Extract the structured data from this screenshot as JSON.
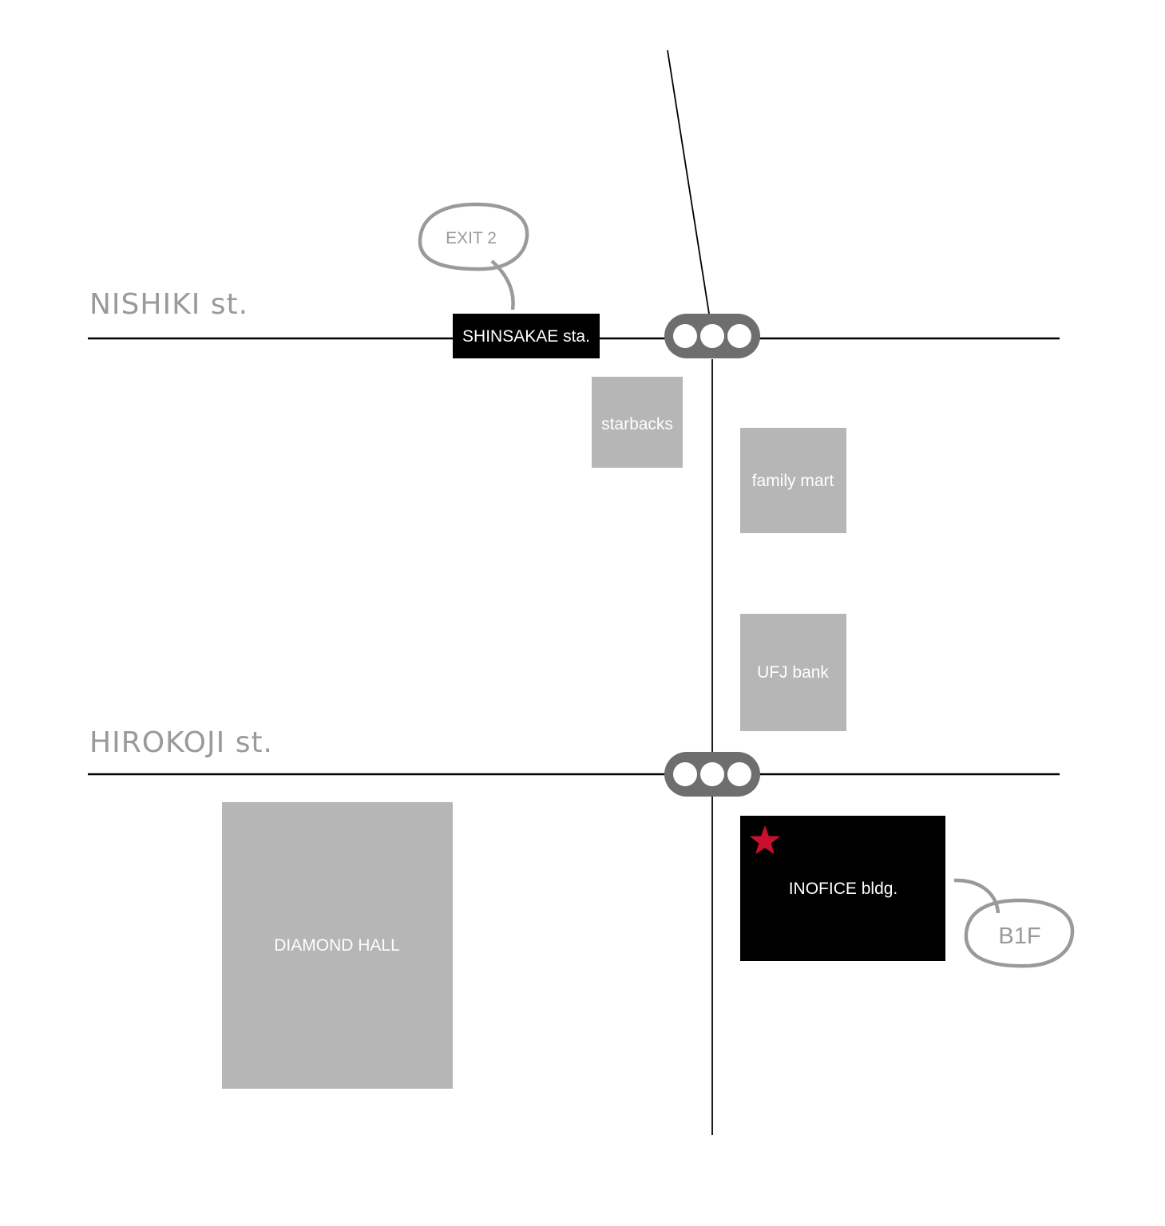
{
  "streets": {
    "nishiki": "NISHIKI st.",
    "hirokoji": "HIROKOJI st."
  },
  "station": {
    "label": "SHINSAKAE sta.",
    "exit_label": "EXIT 2"
  },
  "buildings": {
    "starbacks": "starbacks",
    "family_mart": "family mart",
    "ufj_bank": "UFJ bank",
    "diamond_hall": "DIAMOND HALL",
    "inofice": "INOFICE bldg."
  },
  "destination": {
    "floor_label": "B1F",
    "marker_icon": "star-icon"
  },
  "icons": {
    "traffic_signal": "traffic-light-icon"
  },
  "colors": {
    "marker": "#c8102e",
    "building_grey": "#b5b6b5",
    "highlight_black": "#000000",
    "signal": "#6e6e6e"
  }
}
